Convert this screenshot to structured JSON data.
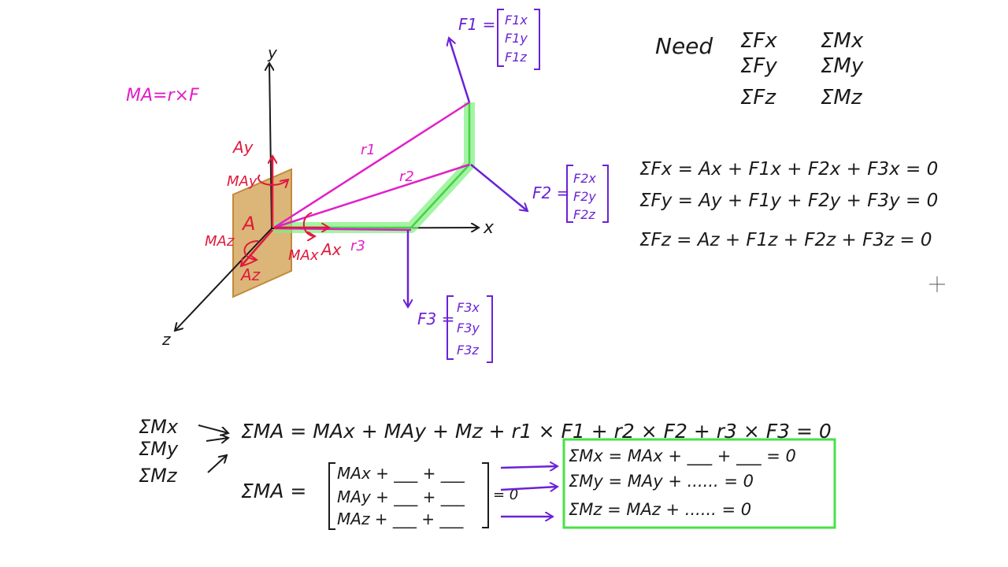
{
  "colors": {
    "ink": "#1a1a1a",
    "magenta": "#e020c8",
    "red": "#e0193c",
    "purple": "#6a22d6",
    "green_box": "#48e048",
    "green_highlight": "#7ef07e",
    "plate_fill": "#d6a860",
    "plate_edge": "#c08a3a"
  },
  "moment_def": "MA=r×F",
  "axes": {
    "x": "x",
    "y": "y",
    "z": "z"
  },
  "support": {
    "point": "A",
    "reactions": {
      "Ax": "Ax",
      "Ay": "Ay",
      "Az": "Az"
    },
    "moments": {
      "MAx": "MAx",
      "MAy": "MAy",
      "MAz": "MAz"
    }
  },
  "position_vectors": {
    "r1": "r1",
    "r2": "r2",
    "r3": "r3"
  },
  "forces": {
    "F1": {
      "label": "F1 =",
      "components": [
        "F1x",
        "F1y",
        "F1z"
      ]
    },
    "F2": {
      "label": "F2 =",
      "components": [
        "F2x",
        "F2y",
        "F2z"
      ]
    },
    "F3": {
      "label": "F3 =",
      "components": [
        "F3x",
        "F3y",
        "F3z"
      ]
    }
  },
  "need": {
    "label": "Need",
    "items": [
      "ΣFx",
      "ΣMx",
      "ΣFy",
      "ΣMy",
      "ΣFz",
      "ΣMz"
    ]
  },
  "force_equations": [
    "ΣFx = Ax + F1x + F2x + F3x = 0",
    "ΣFy = Ay + F1y + F2y + F3y = 0",
    "ΣFz = Az + F1z + F2z + F3z = 0"
  ],
  "moment_sum": {
    "left_terms": [
      "ΣMx",
      "ΣMy",
      "ΣMz"
    ],
    "equation": "ΣMA = MAx + MAy + Mz + r1 × F1 + r2 × F2 + r3 × F3 = 0",
    "lhs": "ΣMA =",
    "matrix_rows": [
      "MAx + ___ + ___",
      "MAy + ___ + ___",
      "MAz + ___ + ___"
    ],
    "equals_zero": "= 0"
  },
  "boxed_equations": [
    "ΣMx = MAx + ___ + ___ = 0",
    "ΣMy = MAy + ...... = 0",
    "ΣMz = MAz + ...... = 0"
  ]
}
